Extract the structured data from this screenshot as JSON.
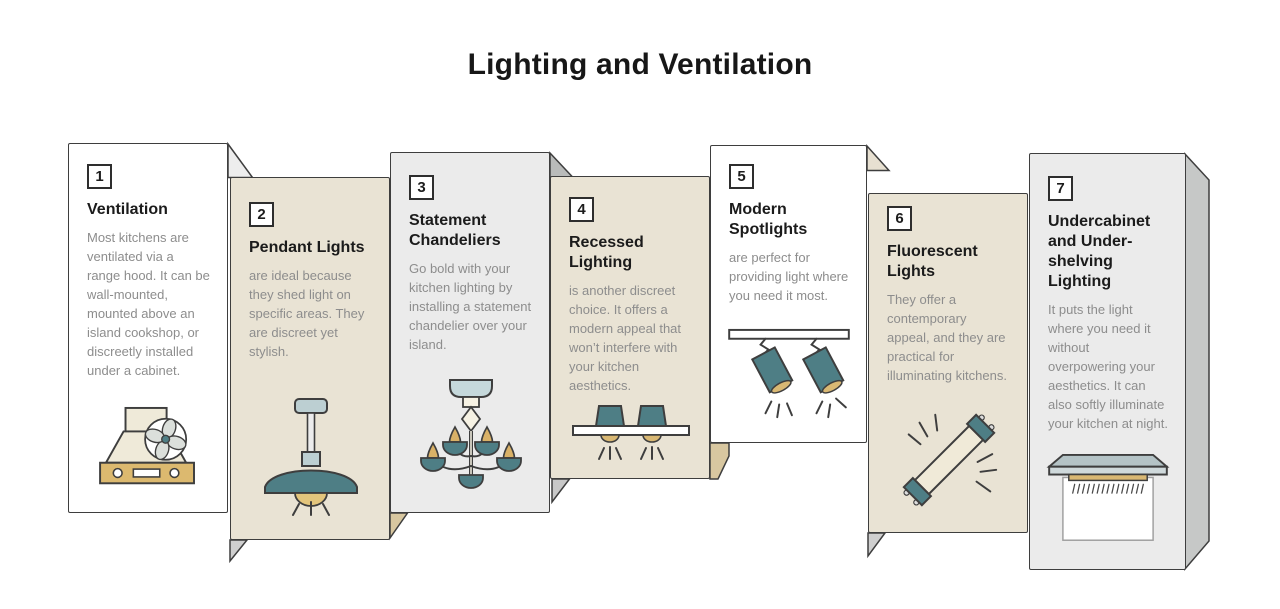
{
  "title": "Lighting and Ventilation",
  "colors": {
    "teal": "#4e7e85",
    "tan": "#d9b873",
    "cream": "#efead9",
    "beige_card": "#e9e3d4",
    "gray_card": "#ebebeb",
    "white_card": "#ffffff",
    "outline": "#3e3e3e",
    "title_text": "#1b1b1b",
    "body_text": "#8d8d8d",
    "mount_blue": "#bccfd2"
  },
  "cards": [
    {
      "number": "1",
      "title": "Ventilation",
      "icon": "range-hood-icon",
      "body": "Most kitchens are ventilated via a range hood. It can be wall-mounted, mounted above an island cookshop, or discreetly installed under a cabinet."
    },
    {
      "number": "2",
      "title": "Pendant Lights",
      "icon": "pendant-light-icon",
      "body": "are ideal because they shed light on specific areas. They are discreet yet stylish."
    },
    {
      "number": "3",
      "title": "Statement Chandeliers",
      "icon": "chandelier-icon",
      "body": "Go bold with your kitchen lighting by installing a statement chandelier over your island."
    },
    {
      "number": "4",
      "title": "Recessed Lighting",
      "icon": "recessed-lighting-icon",
      "body": "is another discreet choice. It offers a modern appeal that won’t interfere with your kitchen aesthetics."
    },
    {
      "number": "5",
      "title": "Modern Spotlights",
      "icon": "track-spotlights-icon",
      "body": "are perfect for providing light where you need it most."
    },
    {
      "number": "6",
      "title": "Fluorescent Lights",
      "icon": "fluorescent-tube-icon",
      "body": "They offer a contemporary appeal, and they are practical for illuminating kitchens."
    },
    {
      "number": "7",
      "title": "Undercabinet and Under-shelving Lighting",
      "icon": "undercabinet-light-icon",
      "body": "It puts the light where you need it without overpowering your aesthetics. It can also softly illuminate your kitchen at night."
    }
  ]
}
